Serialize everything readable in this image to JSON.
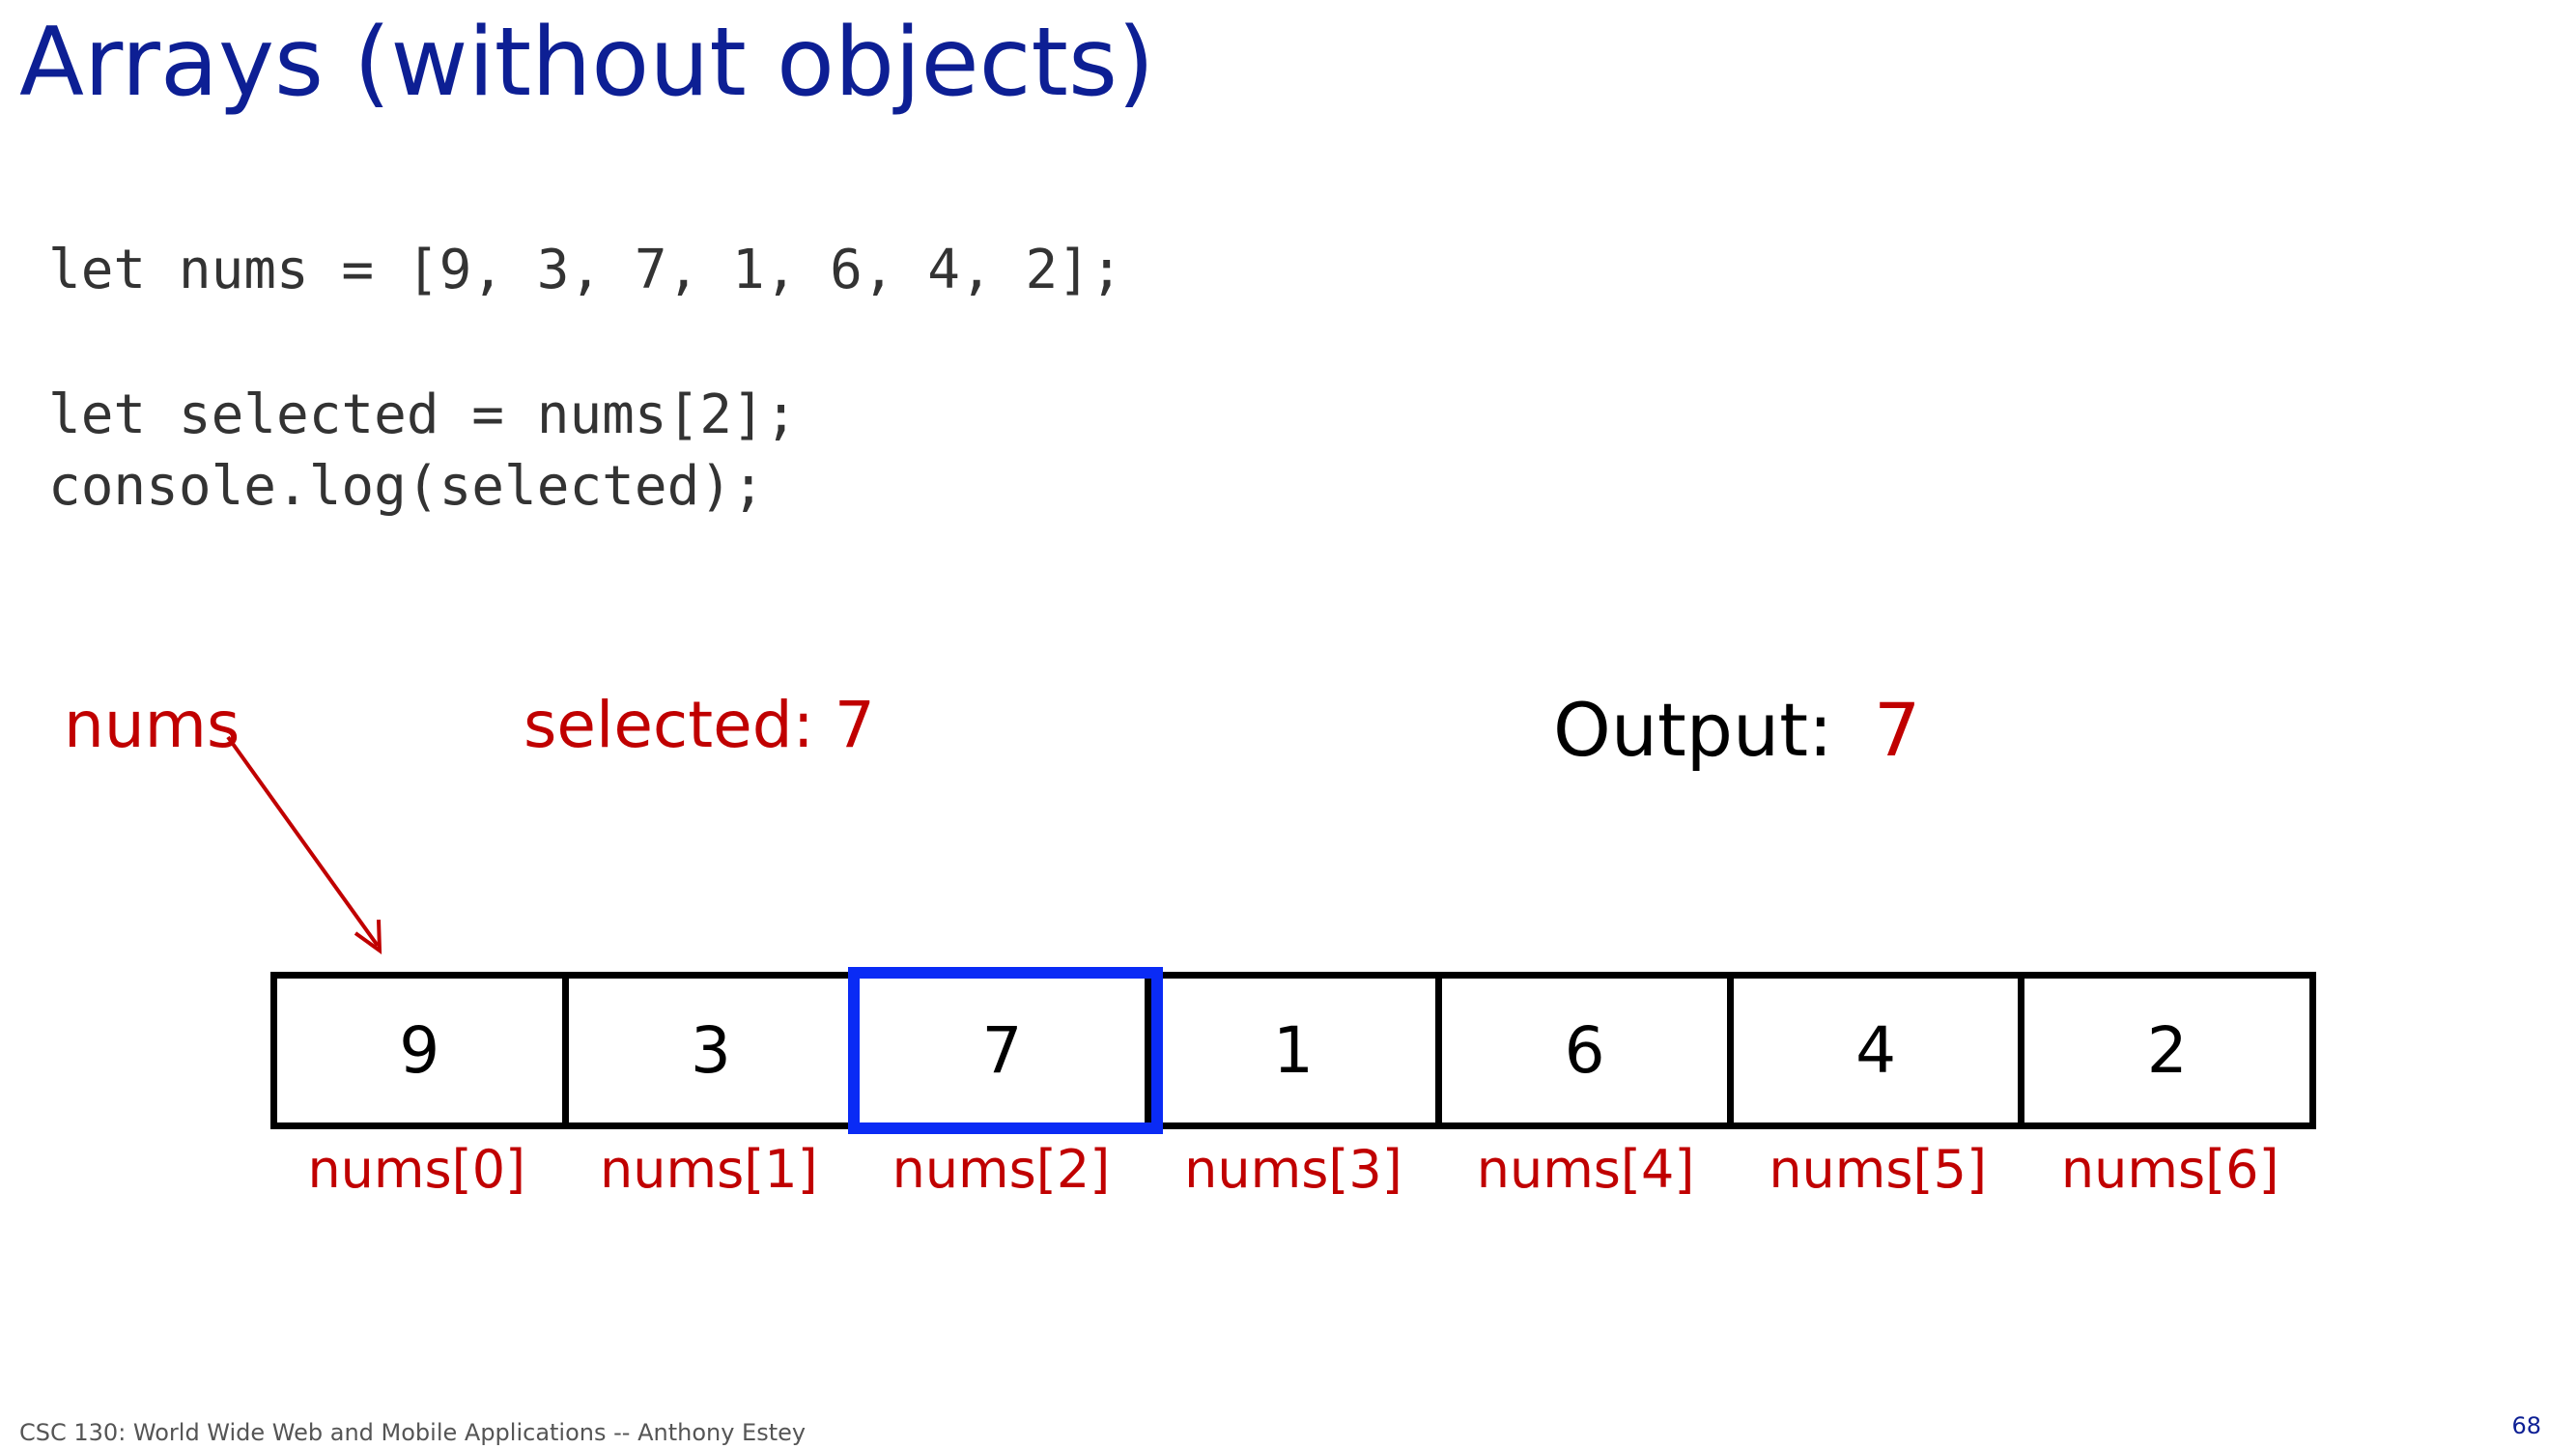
{
  "slide": {
    "title": "Arrays (without objects)",
    "footer": "CSC 130: World Wide Web and Mobile Applications -- Anthony Estey",
    "page_number": "68"
  },
  "code": {
    "lines": [
      "let nums = [9, 3, 7, 1, 6, 4, 2];",
      "let selected = nums[2];",
      "console.log(selected);"
    ]
  },
  "diagram": {
    "pointer_label": "nums",
    "selected_label": "selected: 7",
    "output_label": "Output:",
    "output_value": "7",
    "cells": [
      "9",
      "3",
      "7",
      "1",
      "6",
      "4",
      "2"
    ],
    "indices": [
      "nums[0]",
      "nums[1]",
      "nums[2]",
      "nums[3]",
      "nums[4]",
      "nums[5]",
      "nums[6]"
    ],
    "selected_index": 2
  },
  "colors": {
    "title": "#0d1f94",
    "highlight_red": "#c00000",
    "selection_blue": "#0a2bf5"
  }
}
